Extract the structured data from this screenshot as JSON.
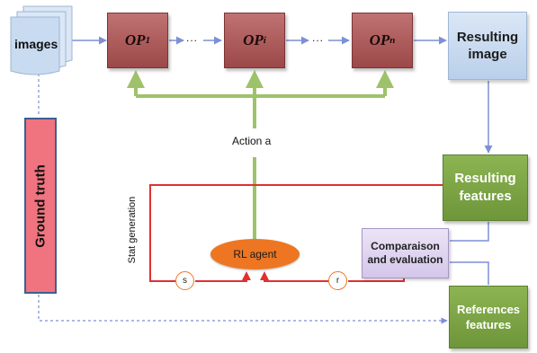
{
  "nodes": {
    "images": "images",
    "operators": [
      {
        "base": "OP",
        "sub": "1"
      },
      {
        "base": "OP",
        "sub": "i"
      },
      {
        "base": "OP",
        "sub": "n"
      }
    ],
    "ellipsis": "...",
    "resulting_image": "Resulting image",
    "resulting_features": "Resulting features",
    "references_features": "References features",
    "comparaison": "Comparaison and evaluation",
    "ground_truth": "Ground truth",
    "rl_agent": "RL agent",
    "state": "s",
    "reward": "r"
  },
  "labels": {
    "action": "Action a",
    "state_generation": "Stat generation"
  },
  "colors": {
    "op_fill": "#a85656",
    "result_image_fill": "#c9dbf1",
    "features_fill": "#7ea646",
    "compare_fill": "#ddd0ee",
    "ground_truth_fill": "#f07480",
    "rl_agent_fill": "#ee7622",
    "feedback_arrow": "#e03030",
    "action_arrow": "#9ec26a",
    "flow_arrow": "#7d8fd6"
  }
}
